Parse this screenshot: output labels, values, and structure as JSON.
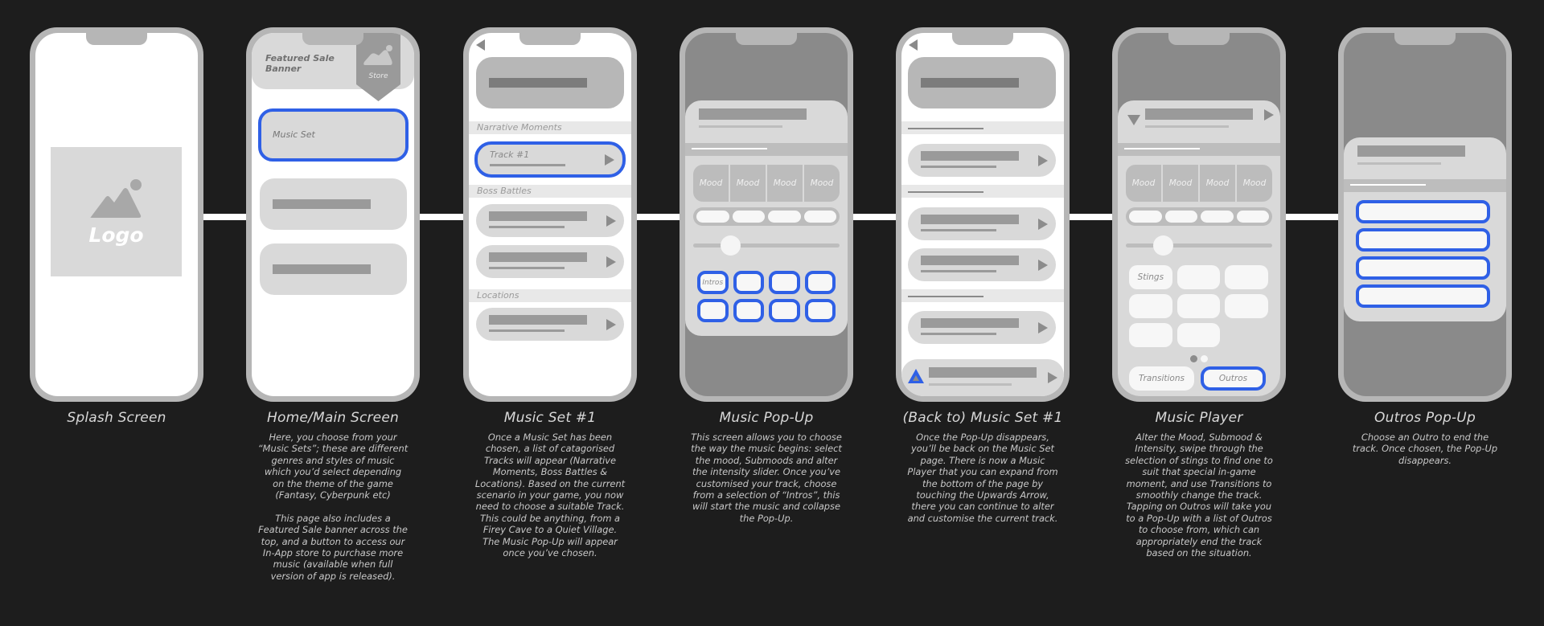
{
  "colors": {
    "background": "#1d1d1d",
    "phone_frame": "#b6b6b6",
    "accent_blue": "#2f60e6",
    "placeholder_gray": "#d9d9d9",
    "overlay_dim": "#8a8a8a"
  },
  "screens": [
    {
      "title": "Splash Screen",
      "description": "",
      "logo_label": "Logo",
      "logo_icon": "image-placeholder-icon"
    },
    {
      "title": "Home/Main Screen",
      "description": "Here, you choose from your “Music Sets”; these are different genres and styles of music which you’d select depending on the theme of the game (Fantasy, Cyberpunk etc)\n\nThis page also includes a Featured Sale banner across the top, and a button to access our In-App store to purchase more music (available when full version of app is released).",
      "banner_label": "Featured Sale Banner",
      "store_label": "Store",
      "store_icon": "image-placeholder-icon",
      "music_set_label": "Music Set"
    },
    {
      "title": "Music Set #1",
      "description": "Once a Music Set has been chosen, a list of catagorised Tracks will appear (Narrative Moments, Boss Battles & Locations). Based on the current scenario in your game, you now need to choose a suitable Track. This could be anything, from a Firey Cave to a Quiet Village.\nThe Music Pop-Up will appear once you’ve chosen.",
      "back_icon": "back-arrow-icon",
      "sections": [
        {
          "label": "Narrative Moments",
          "tracks": [
            "Track #1"
          ]
        },
        {
          "label": "Boss Battles",
          "tracks": [
            "",
            ""
          ]
        },
        {
          "label": "Locations",
          "tracks": [
            ""
          ]
        }
      ],
      "play_icon": "play-icon"
    },
    {
      "title": "Music Pop-Up",
      "description": "This screen allows you to choose the way the music begins: select the mood, Submoods and alter the intensity slider. Once you’ve customised your track, choose from a selection of “Intros”, this will start the music and collapse the Pop-Up.",
      "moods": [
        "Mood",
        "Mood",
        "Mood",
        "Mood"
      ],
      "intro_first_label": "Intros",
      "slider_position_pct": 22
    },
    {
      "title": "(Back to) Music Set #1",
      "description": "Once the Pop-Up disappears, you’ll be back on the Music Set page. There is now a Music Player that you can expand from the bottom of the page by touching the Upwards Arrow, there you can continue to alter and customise the current track.",
      "expand_icon": "up-arrow-icon"
    },
    {
      "title": "Music Player",
      "description": "Alter the Mood, Submood & Intensity, swipe through the selection of stings to find one to suit that special in-game moment, and use Transitions to smoothly change the track. Tapping on Outros will take you to a Pop-Up with a list of Outros to choose from, which can appropriately end the track based on the situation.",
      "moods": [
        "Mood",
        "Mood",
        "Mood",
        "Mood"
      ],
      "sting_first_label": "Stings",
      "transitions_label": "Transitions",
      "outros_label": "Outros",
      "collapse_icon": "down-arrow-icon",
      "slider_position_pct": 22
    },
    {
      "title": "Outros Pop-Up",
      "description": "Choose an Outro to end the track. Once chosen, the Pop-Up disappears.",
      "outro_count": 4
    }
  ]
}
